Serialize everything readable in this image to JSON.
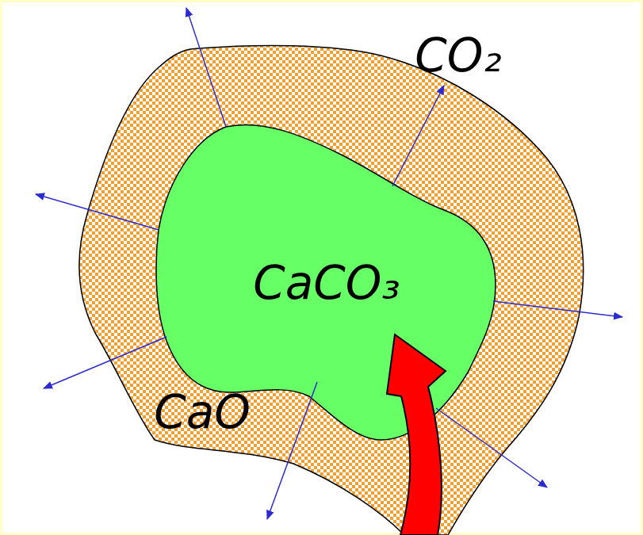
{
  "diagram": {
    "nodes": [
      {
        "text": [
          "CaO"
        ]
      },
      {
        "text": [
          "CaCO₃"
        ],
        "in": 0
      }
    ],
    "labels": [
      "CO₂"
    ]
  }
}
